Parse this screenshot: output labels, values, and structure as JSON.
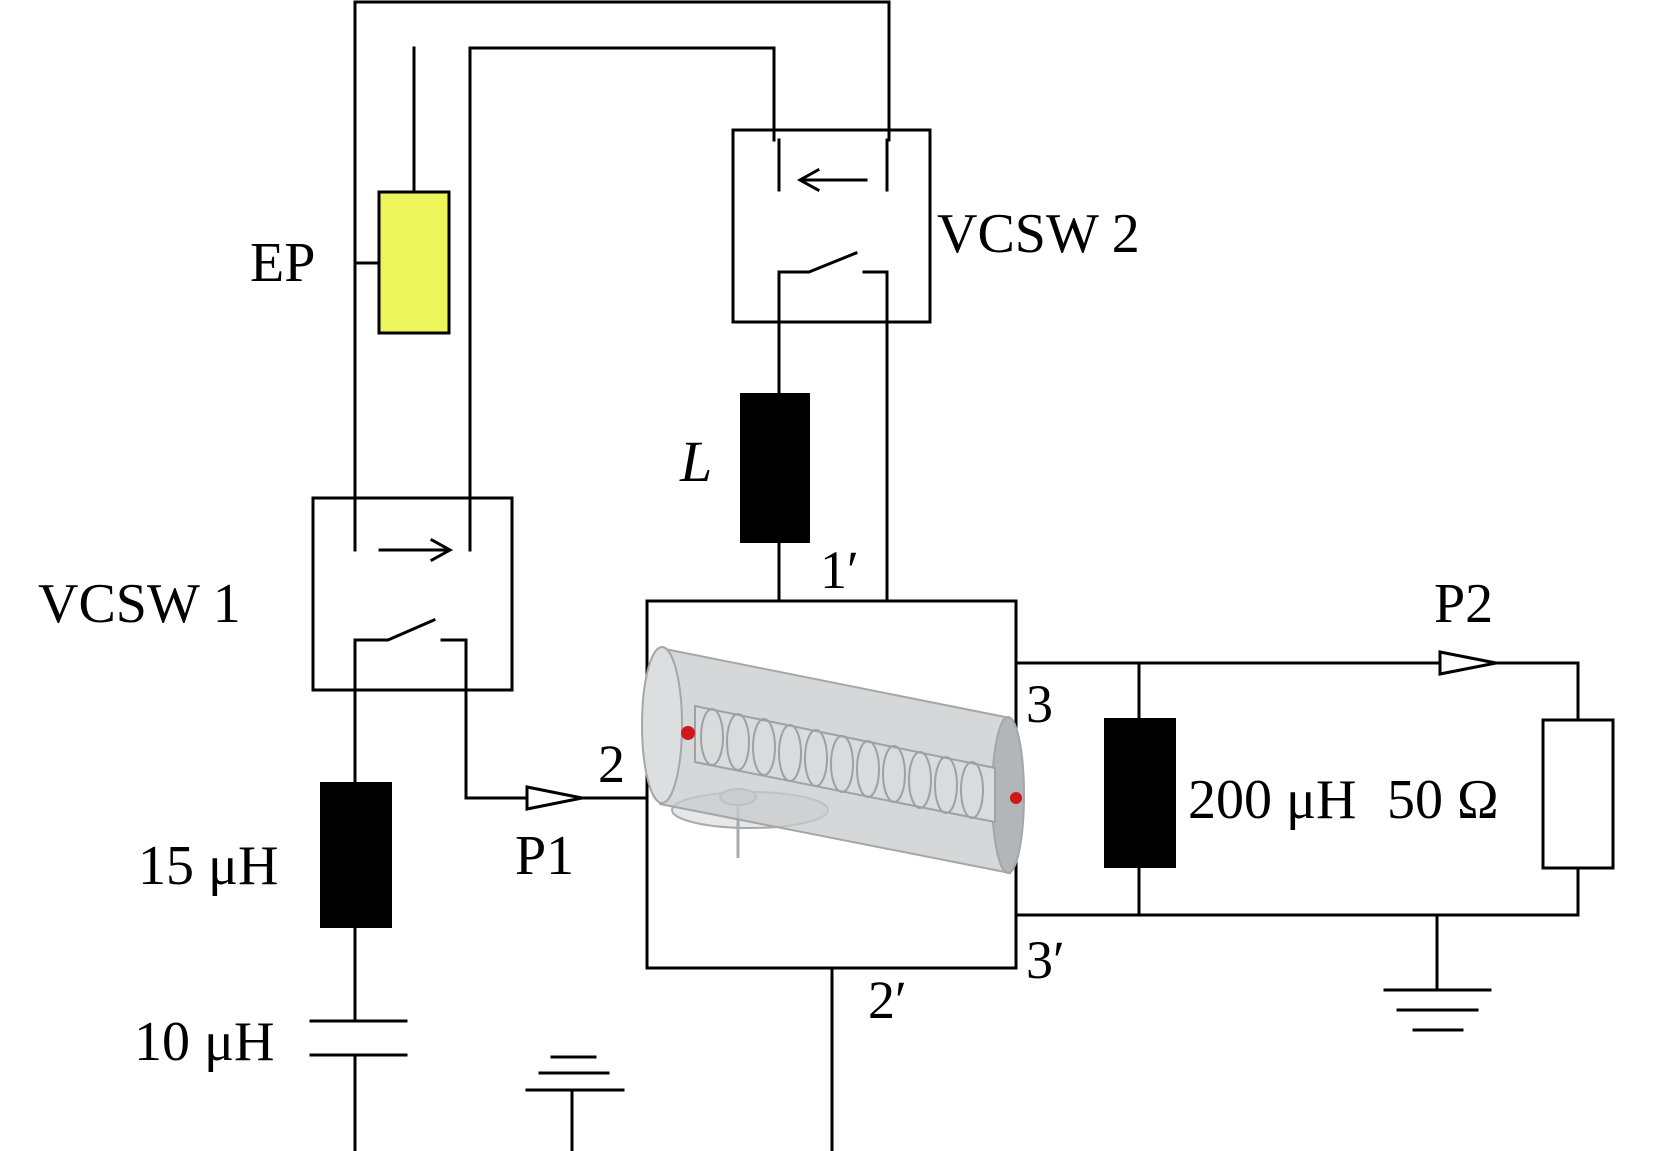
{
  "labels": {
    "ep": "EP",
    "vcsw2": "VCSW 2",
    "vcsw1": "VCSW 1",
    "inductor_l": "L",
    "port_1p": "1′",
    "port_2": "2",
    "port_2p": "2′",
    "port_3": "3",
    "port_3p": "3′",
    "p1": "P1",
    "p2": "P2",
    "inductor_15": "15 μH",
    "capacitor_10": "10 μH",
    "inductor_200": "200 μH",
    "resistor_50": "50 Ω"
  },
  "colors": {
    "line": "#000000",
    "ep_fill": "#ecf55a",
    "inductor_fill": "#000000",
    "tube_gray": "#b9bcbf",
    "marker_red": "#d01818"
  }
}
